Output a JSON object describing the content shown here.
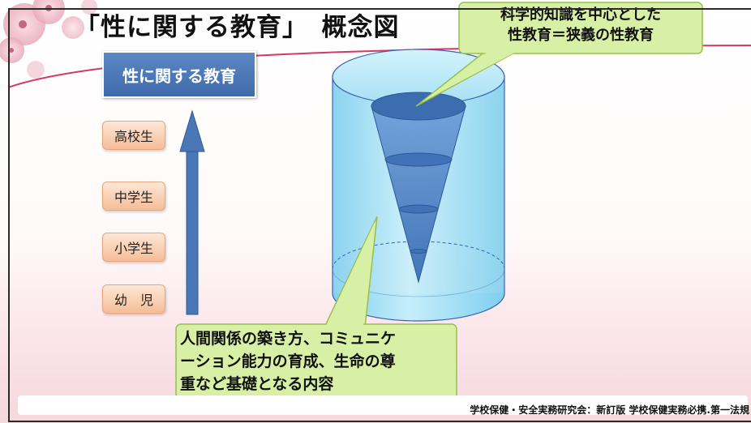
{
  "title": "「性に関する教育」　概念図",
  "sidebar": {
    "box_label": "性に関する教育",
    "grades": [
      "高校生",
      "中学生",
      "小学生",
      "幼　児"
    ]
  },
  "callouts": {
    "top_line1": "科学的知識を中心とした",
    "top_line2": "性教育＝狭義の性教育",
    "bottom_line1": "人間関係の築き方、コミュニケ",
    "bottom_line2": "ーション能力の育成、生命の尊",
    "bottom_line3": "重など基礎となる内容"
  },
  "footer": {
    "source": "学校保健・安全実務研究会：新訂版 学校保健実務必携.第一法規"
  },
  "colors": {
    "cylinder": "#a8e2f4",
    "cone": "#4a7ec0",
    "callout_fill": "#d7f0a6",
    "callout_border": "#97bf4e",
    "edu_box": "#4a78b8",
    "grade_box": "#f8c9a6",
    "arrow": "#4a77b5",
    "accent_line": "#d23a63"
  }
}
